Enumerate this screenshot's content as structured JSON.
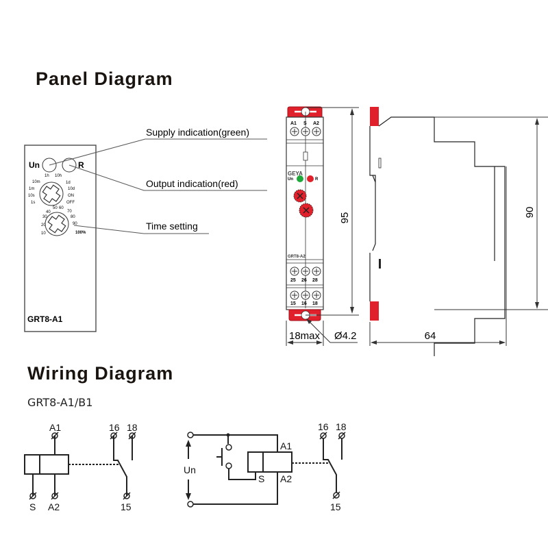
{
  "panel_section": {
    "title": "Panel Diagram",
    "panel": {
      "model": "GRT8-A1",
      "led_left_label": "Un",
      "led_right_label": "R",
      "range_knob_labels": [
        "1h",
        "10h",
        "10m",
        "1d",
        "1m",
        "10d",
        "10s",
        "ON",
        "1s",
        "OFF"
      ],
      "percent_knob_labels": [
        "10",
        "20",
        "30",
        "40",
        "50",
        "60",
        "70",
        "80",
        "90",
        "100%"
      ]
    },
    "callouts": [
      {
        "text": "Supply indication(green)"
      },
      {
        "text": "Output indication(red)"
      },
      {
        "text": "Time setting"
      }
    ]
  },
  "front_view": {
    "top_terminals": [
      "A1",
      "S",
      "A2"
    ],
    "brand": "GEYA",
    "led_left_label": "Un",
    "led_right_label": "R",
    "model": "GRT8-A2",
    "middle_terminals": [
      "25",
      "26",
      "28"
    ],
    "bottom_terminals": [
      "15",
      "16",
      "18"
    ],
    "height_dim": "95",
    "width_dim": "18max",
    "hole_dim": "Ø4.2",
    "colors": {
      "clip": "#e0202a",
      "led_green": "#1fa83a",
      "led_red": "#e0202a"
    }
  },
  "side_view": {
    "height_dim": "90",
    "depth_dim": "64"
  },
  "wiring_section": {
    "title": "Wiring Diagram",
    "subtitle": "GRT8-A1/B1",
    "diagram1": {
      "coil_top": "A1",
      "coil_bottom_left": "S",
      "coil_bottom_right": "A2",
      "contacts": [
        "16",
        "18",
        "15"
      ]
    },
    "diagram2": {
      "supply_label": "Un",
      "coil_top": "A1",
      "coil_s": "S",
      "coil_bottom": "A2",
      "contacts": [
        "16",
        "18",
        "15"
      ]
    }
  }
}
